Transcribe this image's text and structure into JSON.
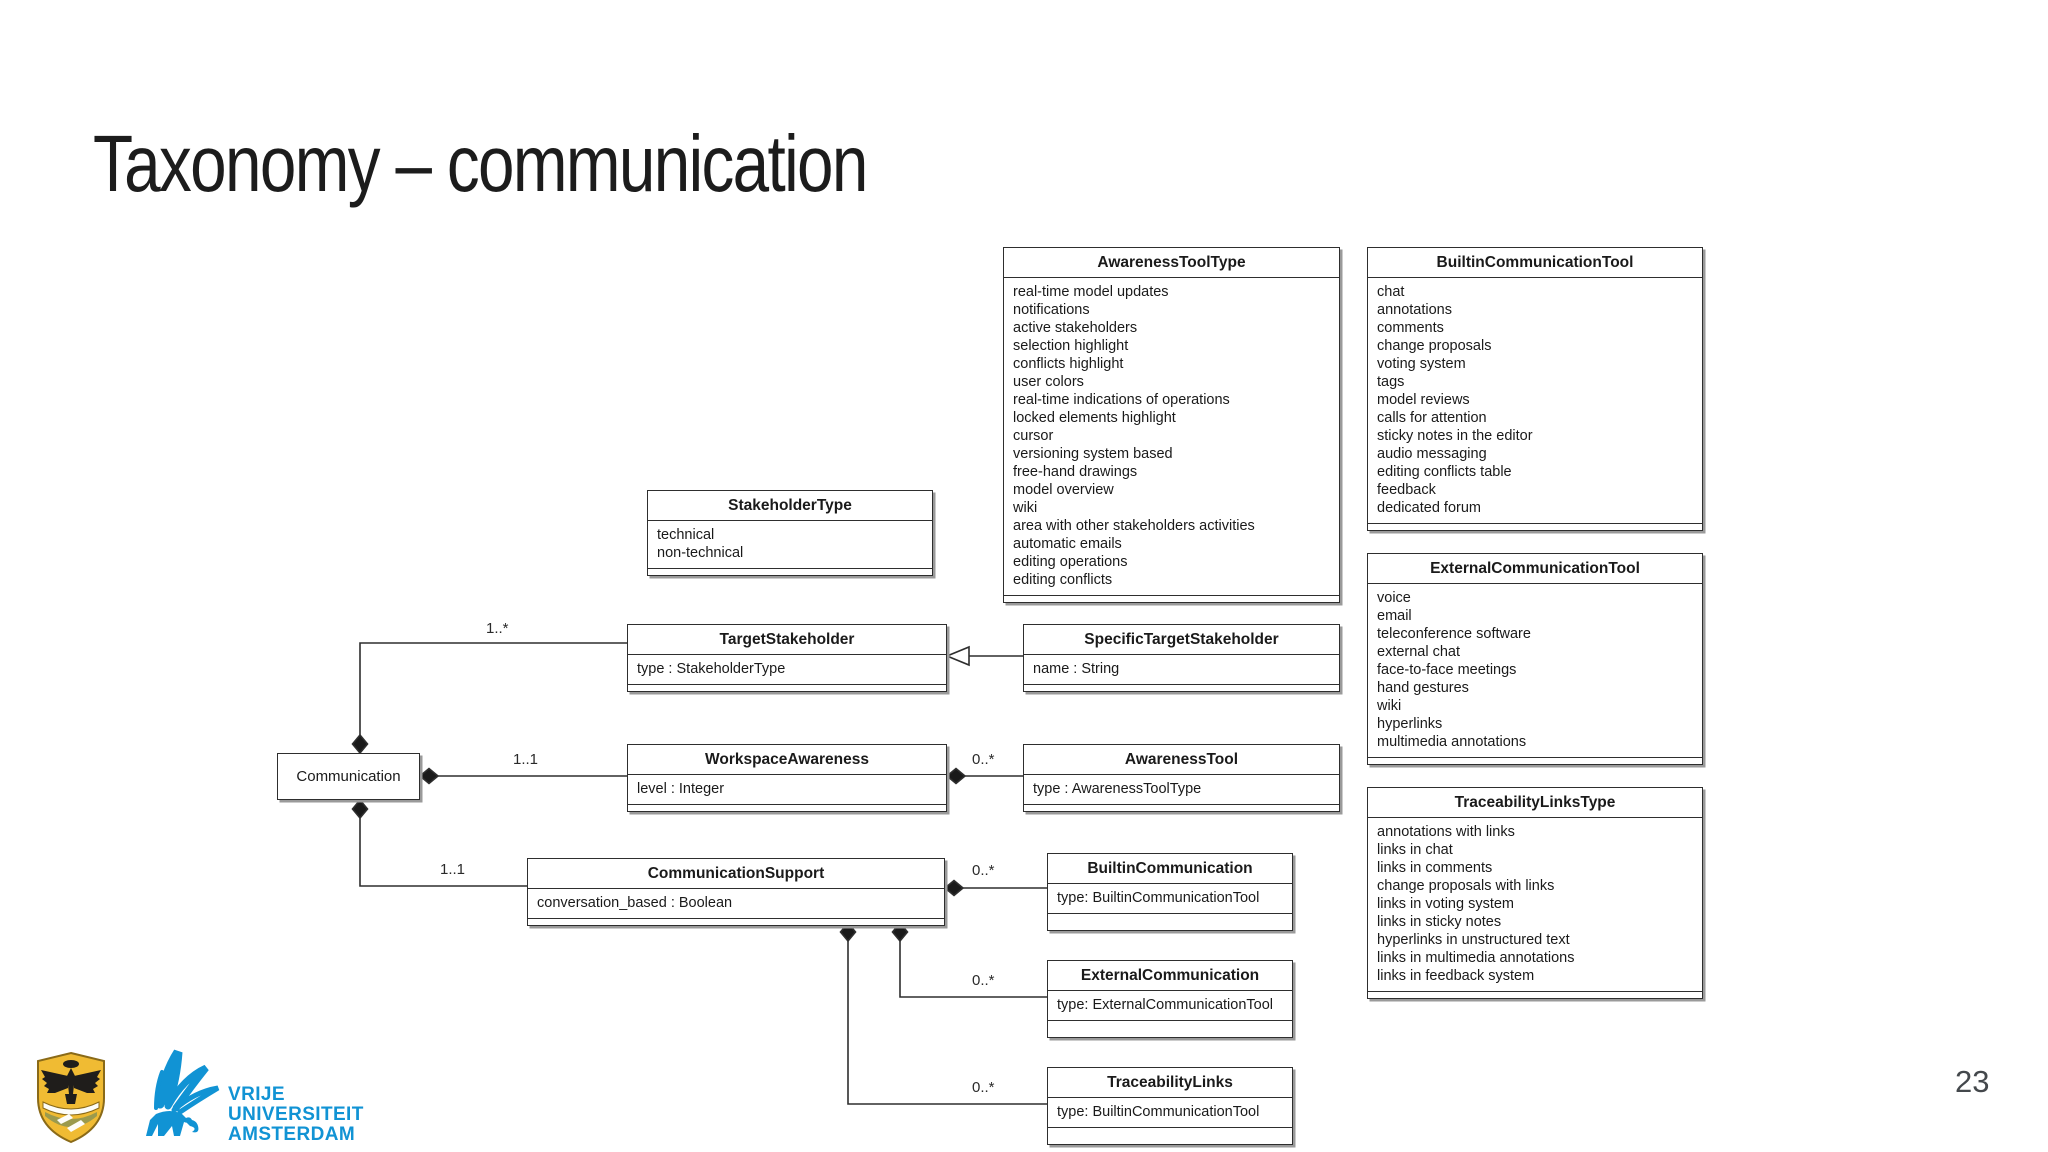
{
  "slide": {
    "title": "Taxonomy – communication",
    "page_number": "23"
  },
  "footer": {
    "university_lines": [
      "VRIJE",
      "UNIVERSITEIT",
      "AMSTERDAM"
    ]
  },
  "colors": {
    "vu_blue": "#1193d4",
    "crest_gold": "#f0bb33",
    "diagram_line": "#2e2e2e"
  },
  "classes": {
    "stakeholder_type": {
      "title": "StakeholderType",
      "attributes": [
        "technical",
        "non-technical"
      ]
    },
    "awareness_tool_type": {
      "title": "AwarenessToolType",
      "attributes": [
        "real-time model updates",
        "notifications",
        "active stakeholders",
        "selection highlight",
        "conflicts highlight",
        "user colors",
        "real-time indications of operations",
        "locked elements highlight",
        "cursor",
        "versioning system based",
        "free-hand drawings",
        "model overview",
        "wiki",
        "area with other stakeholders activities",
        "automatic emails",
        "editing operations",
        "editing conflicts"
      ]
    },
    "builtin_communication_tool": {
      "title": "BuiltinCommunicationTool",
      "attributes": [
        "chat",
        "annotations",
        "comments",
        "change proposals",
        "voting system",
        "tags",
        "model reviews",
        "calls for attention",
        "sticky notes in the editor",
        "audio messaging",
        "editing conflicts table",
        "feedback",
        "dedicated forum"
      ]
    },
    "external_communication_tool": {
      "title": "ExternalCommunicationTool",
      "attributes": [
        "voice",
        "email",
        "teleconference software",
        "external chat",
        "face-to-face meetings",
        "hand gestures",
        "wiki",
        "hyperlinks",
        "multimedia annotations"
      ]
    },
    "traceability_links_type": {
      "title": "TraceabilityLinksType",
      "attributes": [
        "annotations with links",
        "links in chat",
        "links in comments",
        "change proposals with links",
        "links in voting system",
        "links in sticky notes",
        "hyperlinks in unstructured text",
        "links in multimedia annotations",
        "links in feedback system"
      ]
    },
    "target_stakeholder": {
      "title": "TargetStakeholder",
      "attributes": [
        "type : StakeholderType"
      ]
    },
    "specific_target_stakeholder": {
      "title": "SpecificTargetStakeholder",
      "attributes": [
        "name : String"
      ]
    },
    "workspace_awareness": {
      "title": "WorkspaceAwareness",
      "attributes": [
        "level : Integer"
      ]
    },
    "awareness_tool": {
      "title": "AwarenessTool",
      "attributes": [
        "type : AwarenessToolType"
      ]
    },
    "communication": {
      "title": "Communication"
    },
    "communication_support": {
      "title": "CommunicationSupport",
      "attributes": [
        "conversation_based : Boolean"
      ]
    },
    "builtin_communication": {
      "title": "BuiltinCommunication",
      "attributes": [
        "type: BuiltinCommunicationTool"
      ]
    },
    "external_communication": {
      "title": "ExternalCommunication",
      "attributes": [
        "type: ExternalCommunicationTool"
      ]
    },
    "traceability_links": {
      "title": "TraceabilityLinks",
      "attributes": [
        "type: BuiltinCommunicationTool"
      ]
    }
  },
  "multiplicities": {
    "target_stakeholder": "1..*",
    "workspace_awareness": "1..1",
    "awareness_tool": "0..*",
    "communication_support": "1..1",
    "builtin_communication": "0..*",
    "external_communication": "0..*",
    "traceability_links": "0..*"
  }
}
